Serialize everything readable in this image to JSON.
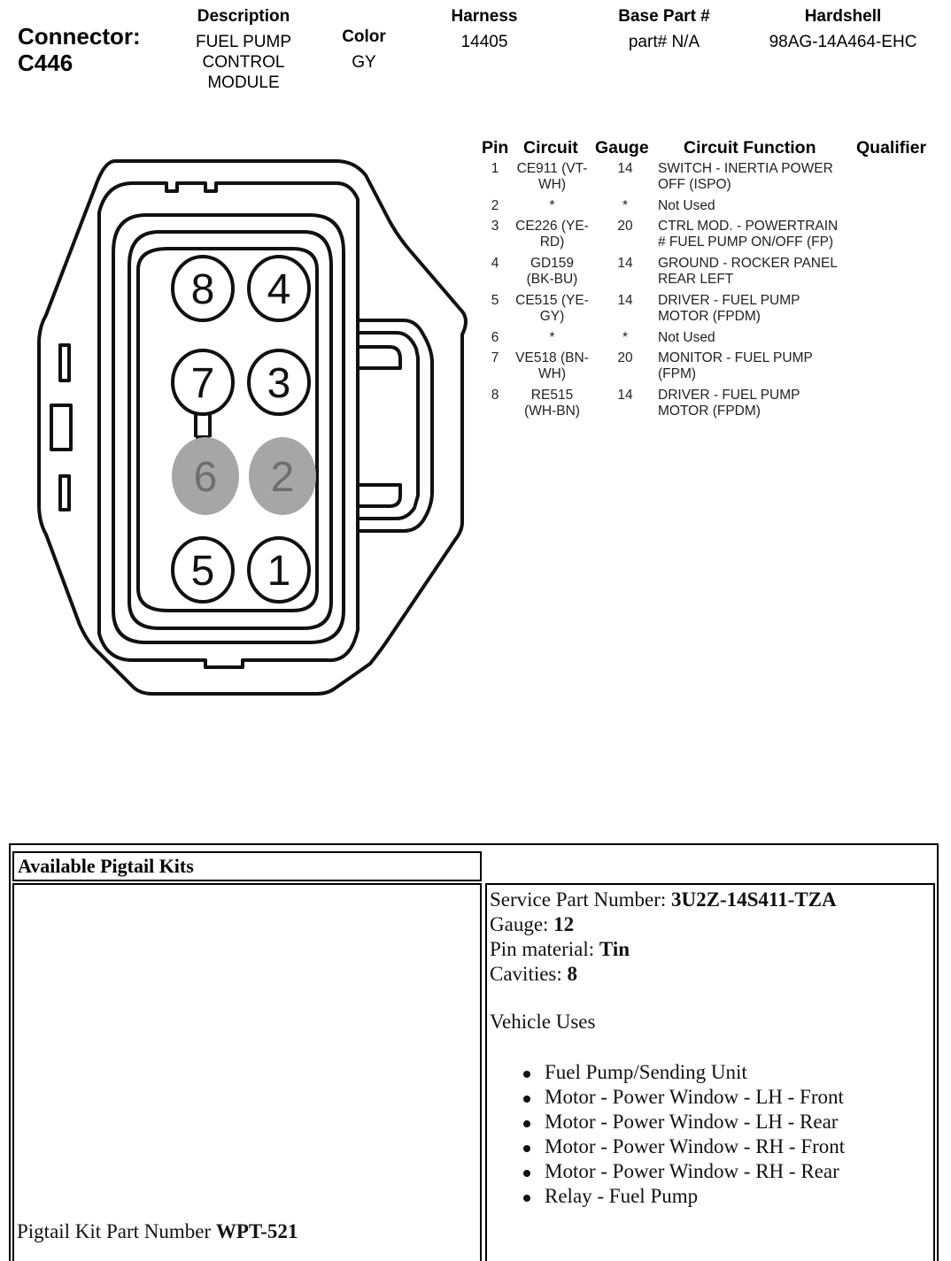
{
  "connector": {
    "label": "Connector:",
    "id": "C446"
  },
  "header": {
    "description": {
      "heading": "Description",
      "lines": [
        "FUEL PUMP",
        "CONTROL",
        "MODULE"
      ]
    },
    "color": {
      "heading": "Color",
      "value": "GY"
    },
    "harness": {
      "heading": "Harness",
      "value": "14405"
    },
    "base_part": {
      "heading": "Base Part #",
      "value": "part# N/A"
    },
    "hardshell": {
      "heading": "Hardshell",
      "value": "98AG-14A464-EHC"
    }
  },
  "pin_table": {
    "headers": {
      "pin": "Pin",
      "circuit": "Circuit",
      "gauge": "Gauge",
      "function": "Circuit Function",
      "qualifier": "Qualifier"
    },
    "rows": [
      {
        "pin": "1",
        "circuit": [
          "CE911 (VT-",
          "WH)"
        ],
        "gauge": "14",
        "function": [
          "SWITCH - INERTIA POWER",
          "OFF (ISPO)"
        ]
      },
      {
        "pin": "2",
        "circuit": [
          "*"
        ],
        "gauge": "*",
        "function": [
          "Not Used"
        ]
      },
      {
        "pin": "3",
        "circuit": [
          "CE226 (YE-",
          "RD)"
        ],
        "gauge": "20",
        "function": [
          "CTRL MOD. - POWERTRAIN",
          "# FUEL PUMP ON/OFF (FP)"
        ]
      },
      {
        "pin": "4",
        "circuit": [
          "GD159",
          "(BK-BU)"
        ],
        "gauge": "14",
        "function": [
          "GROUND - ROCKER PANEL",
          "REAR LEFT"
        ]
      },
      {
        "pin": "5",
        "circuit": [
          "CE515 (YE-",
          "GY)"
        ],
        "gauge": "14",
        "function": [
          "DRIVER - FUEL PUMP",
          "MOTOR (FPDM)"
        ]
      },
      {
        "pin": "6",
        "circuit": [
          "*"
        ],
        "gauge": "*",
        "function": [
          "Not Used"
        ]
      },
      {
        "pin": "7",
        "circuit": [
          "VE518 (BN-",
          "WH)"
        ],
        "gauge": "20",
        "function": [
          "MONITOR - FUEL PUMP",
          "(FPM)"
        ]
      },
      {
        "pin": "8",
        "circuit": [
          "RE515",
          "(WH-BN)"
        ],
        "gauge": "14",
        "function": [
          "DRIVER - FUEL PUMP",
          "MOTOR (FPDM)"
        ]
      }
    ]
  },
  "diagram": {
    "pins": [
      {
        "label": "8",
        "used": true
      },
      {
        "label": "4",
        "used": true
      },
      {
        "label": "7",
        "used": true
      },
      {
        "label": "3",
        "used": true
      },
      {
        "label": "6",
        "used": false
      },
      {
        "label": "2",
        "used": false
      },
      {
        "label": "5",
        "used": true
      },
      {
        "label": "1",
        "used": true
      }
    ],
    "colors": {
      "unused_fill": "#a6a6a6",
      "unused_text": "#6e6e6e",
      "outline": "#111111"
    }
  },
  "pigtail": {
    "title": "Available Pigtail Kits",
    "service_part": {
      "label": "Service Part Number: ",
      "value": "3U2Z-14S411-TZA"
    },
    "gauge": {
      "label": "Gauge: ",
      "value": "12"
    },
    "pin_material": {
      "label": "Pin material: ",
      "value": "Tin"
    },
    "cavities": {
      "label": "Cavities: ",
      "value": "8"
    },
    "vehicle_uses_label": "Vehicle Uses",
    "vehicle_uses": [
      "Fuel Pump/Sending Unit",
      "Motor - Power Window - LH - Front",
      "Motor - Power Window - LH - Rear",
      "Motor - Power Window - RH - Front",
      "Motor - Power Window - RH - Rear",
      "Relay - Fuel Pump"
    ],
    "kit_part": {
      "label": "Pigtail Kit Part Number ",
      "value": "WPT-521"
    }
  }
}
